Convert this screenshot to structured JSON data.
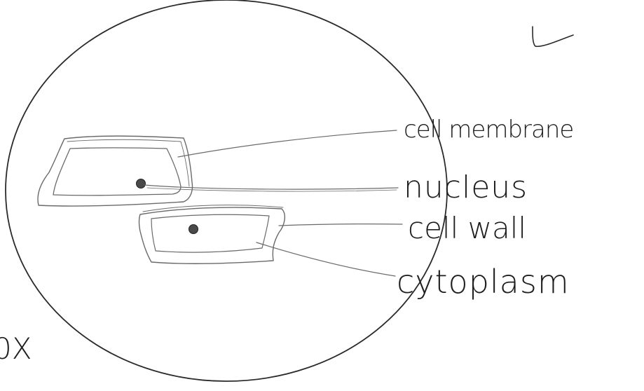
{
  "labels": {
    "cell_membrane": "cell membrane",
    "nucleus": "nucleus",
    "cell_wall": "cell wall",
    "cytoplasm": "cytoplasm",
    "magnification": "0X"
  },
  "ink_color": "#2a2a2a"
}
